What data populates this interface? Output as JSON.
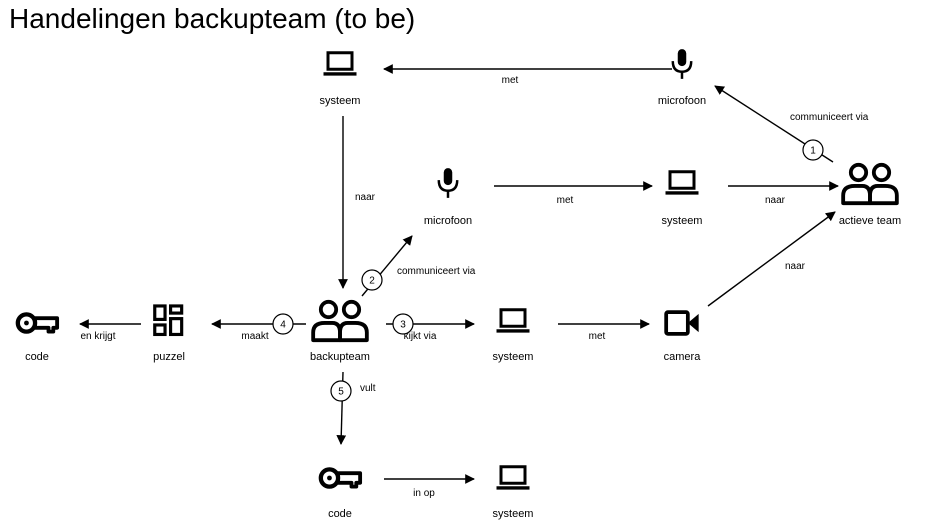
{
  "title": "Handelingen backupteam (to be)",
  "nodes": [
    {
      "id": "systeem_top",
      "label": "systeem",
      "icon": "laptop-icon"
    },
    {
      "id": "microfoon_top",
      "label": "microfoon",
      "icon": "microphone-icon"
    },
    {
      "id": "microfoon_mid",
      "label": "microfoon",
      "icon": "microphone-icon"
    },
    {
      "id": "systeem_mid",
      "label": "systeem",
      "icon": "laptop-icon"
    },
    {
      "id": "actieve_team",
      "label": "actieve team",
      "icon": "team-icon"
    },
    {
      "id": "code_left",
      "label": "code",
      "icon": "key-icon"
    },
    {
      "id": "puzzel",
      "label": "puzzel",
      "icon": "puzzle-grid-icon"
    },
    {
      "id": "backupteam",
      "label": "backupteam",
      "icon": "team-icon"
    },
    {
      "id": "systeem_row",
      "label": "systeem",
      "icon": "laptop-icon"
    },
    {
      "id": "camera",
      "label": "camera",
      "icon": "video-camera-icon"
    },
    {
      "id": "code_bottom",
      "label": "code",
      "icon": "key-icon"
    },
    {
      "id": "systeem_bottom",
      "label": "systeem",
      "icon": "laptop-icon"
    }
  ],
  "edges": [
    {
      "from": "microfoon_top",
      "to": "systeem_top",
      "label": "met"
    },
    {
      "from": "actieve_team",
      "to": "microfoon_top",
      "label": "communiceert via",
      "step": "1"
    },
    {
      "from": "systeem_top",
      "to": "backupteam",
      "label": "naar"
    },
    {
      "from": "microfoon_mid",
      "to": "systeem_mid",
      "label": "met"
    },
    {
      "from": "systeem_mid",
      "to": "actieve_team",
      "label": "naar"
    },
    {
      "from": "backupteam",
      "to": "microfoon_mid",
      "label": "communiceert via",
      "step": "2"
    },
    {
      "from": "camera",
      "to": "actieve_team",
      "label": "naar"
    },
    {
      "from": "puzzel",
      "to": "code_left",
      "label": "en krijgt"
    },
    {
      "from": "backupteam",
      "to": "puzzel",
      "label": "maakt",
      "step": "4"
    },
    {
      "from": "backupteam",
      "to": "systeem_row",
      "label": "kijkt via",
      "step": "3"
    },
    {
      "from": "systeem_row",
      "to": "camera",
      "label": "met"
    },
    {
      "from": "backupteam",
      "to": "code_bottom",
      "label": "vult",
      "step": "5"
    },
    {
      "from": "code_bottom",
      "to": "systeem_bottom",
      "label": "in op"
    }
  ]
}
